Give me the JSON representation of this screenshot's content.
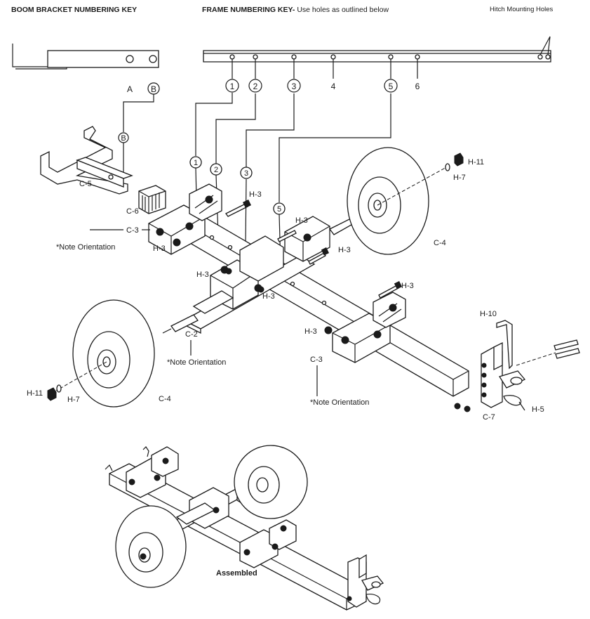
{
  "headers": {
    "boom_key": "BOOM BRACKET NUMBERING KEY",
    "frame_key_bold": "FRAME NUMBERING KEY-",
    "frame_key_rest": " Use holes as outlined below",
    "hitch_holes": "Hitch Mounting Holes"
  },
  "boom_bracket": {
    "hole_a": "A",
    "hole_b": "B",
    "callout_b": "B"
  },
  "frame_holes": [
    "1",
    "2",
    "3",
    "4",
    "5",
    "6"
  ],
  "frame_callouts": [
    "1",
    "2",
    "3",
    "5"
  ],
  "parts": {
    "c5": "C-5",
    "c6": "C-6",
    "c3_left": "C-3",
    "c3_right": "C-3",
    "c2": "C-2",
    "c4_right": "C-4",
    "c4_left": "C-4",
    "c7": "C-7",
    "h3_a": "H-3",
    "h3_b": "H-3",
    "h3_c": "H-3",
    "h3_d": "H-3",
    "h3_e": "H-3",
    "h3_f": "H-3",
    "h3_g": "H-3",
    "h3_h": "H-3",
    "h11_right": "H-11",
    "h7_right": "H-7",
    "h11_left": "H-11",
    "h7_left": "H-7",
    "h10": "H-10",
    "h5": "H-5"
  },
  "notes": {
    "note_left": "*Note Orientation",
    "note_c2": "*Note Orientation",
    "note_c3": "*Note Orientation"
  },
  "assembled_label": "Assembled"
}
